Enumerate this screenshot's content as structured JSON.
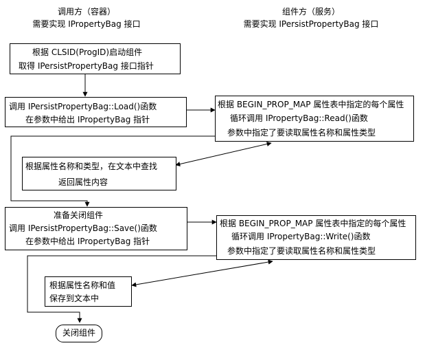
{
  "headers": {
    "container": {
      "title": "调用方（容器）",
      "subtitle": "需要实现 IPropertyBag 接口"
    },
    "component": {
      "title": "组件方（服务）",
      "subtitle": "需要实现 IPersistPropertyBag 接口"
    }
  },
  "boxes": {
    "start_component": {
      "line1": "根据 CLSID(ProgID)启动组件",
      "line2": "取得 IPersistPropertyBag 接口指针"
    },
    "call_load": {
      "line1": "调用 IPersistPropertyBag::Load()函数",
      "line2": "在参数中给出 IPropertyBag 指针"
    },
    "read_props": {
      "line1": "根据 BEGIN_PROP_MAP 属性表中指定的每个属性",
      "line2": "循环调用 IPropertyBag::Read()函数",
      "line3": "参数中指定了要读取属性名称和属性类型"
    },
    "lookup_text": {
      "line1": "根据属性名称和类型，在文本中查找",
      "line2": "返回属性内容"
    },
    "prepare_close": {
      "line1": "准备关闭组件",
      "line2": "调用 IPersistPropertyBag::Save()函数",
      "line3": "在参数中给出 IPropertyBag 指针"
    },
    "write_props": {
      "line1": "根据 BEGIN_PROP_MAP 属性表中指定的每个属性",
      "line2": "循环调用 IPropertyBag::Write()函数",
      "line3": "参数中指定了要读取属性名称和属性类型"
    },
    "save_text": {
      "line1": "根据属性名称和值",
      "line2": "保存到文本中"
    },
    "close_component": {
      "label": "关闭组件"
    }
  }
}
